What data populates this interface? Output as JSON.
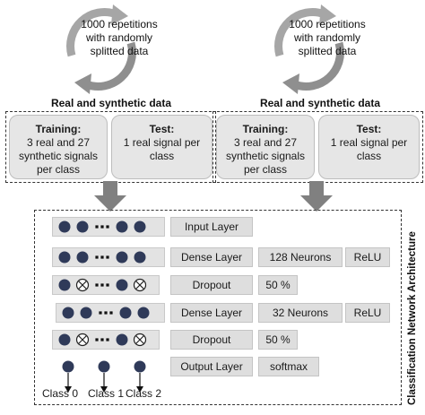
{
  "panels": [
    {
      "cycle_text": "1000 repetitions with randomly splitted data",
      "section_title": "Real and synthetic data",
      "training": {
        "heading": "Training:",
        "text": "3 real and 27 synthetic signals per class"
      },
      "test": {
        "heading": "Test:",
        "text": "1 real signal per class"
      }
    },
    {
      "cycle_text": "1000 repetitions with randomly splitted data",
      "section_title": "Real and synthetic data",
      "training": {
        "heading": "Training:",
        "text": "3 real and 27 synthetic signals per class"
      },
      "test": {
        "heading": "Test:",
        "text": "1 real signal per class"
      }
    }
  ],
  "network": {
    "vertical_label": "Classification Network Architecture",
    "layers": [
      {
        "name": "Input Layer",
        "neurons": "",
        "activation": "",
        "nodes": "filled"
      },
      {
        "name": "Dense Layer",
        "neurons": "128 Neurons",
        "activation": "ReLU",
        "nodes": "filled"
      },
      {
        "name": "Dropout",
        "neurons": "50 %",
        "activation": "",
        "nodes": "dropout"
      },
      {
        "name": "Dense Layer",
        "neurons": "32 Neurons",
        "activation": "ReLU",
        "nodes": "filled"
      },
      {
        "name": "Dropout",
        "neurons": "50 %",
        "activation": "",
        "nodes": "dropout"
      },
      {
        "name": "Output Layer",
        "neurons": "softmax",
        "activation": "",
        "nodes": "output"
      }
    ],
    "output_classes": [
      "Class 0",
      "Class 1",
      "Class 2"
    ]
  },
  "colors": {
    "node": "#2f3a59",
    "card_bg": "#e6e6e6",
    "arrow": "#808080",
    "cycle_arrow": "#a6a6a6"
  }
}
